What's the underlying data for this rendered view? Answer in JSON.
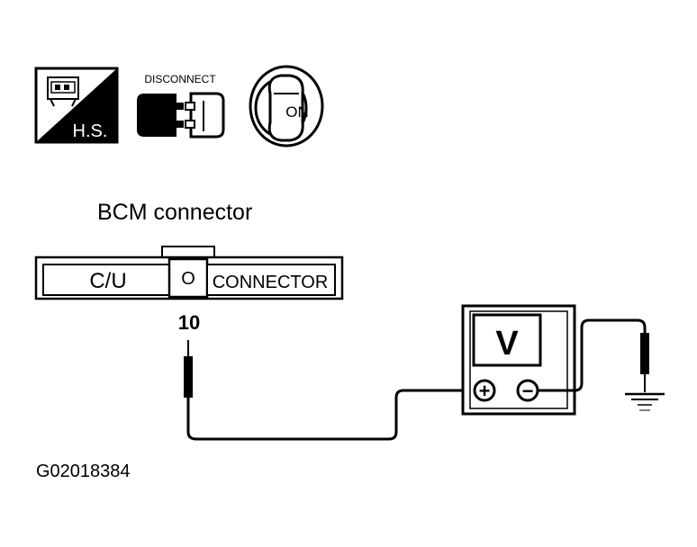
{
  "icons": {
    "harness_label": "H.S.",
    "disconnect_label": "DISCONNECT",
    "ignition_label": "ON"
  },
  "connector": {
    "title": "BCM connector",
    "left_label": "C/U",
    "center_label": "O",
    "right_label": "CONNECTOR",
    "pin_number": "10"
  },
  "meter": {
    "symbol": "V",
    "plus_symbol": "+",
    "minus_symbol": "−"
  },
  "figure_id": "G02018384",
  "colors": {
    "ink": "#000000",
    "paper": "#ffffff"
  }
}
